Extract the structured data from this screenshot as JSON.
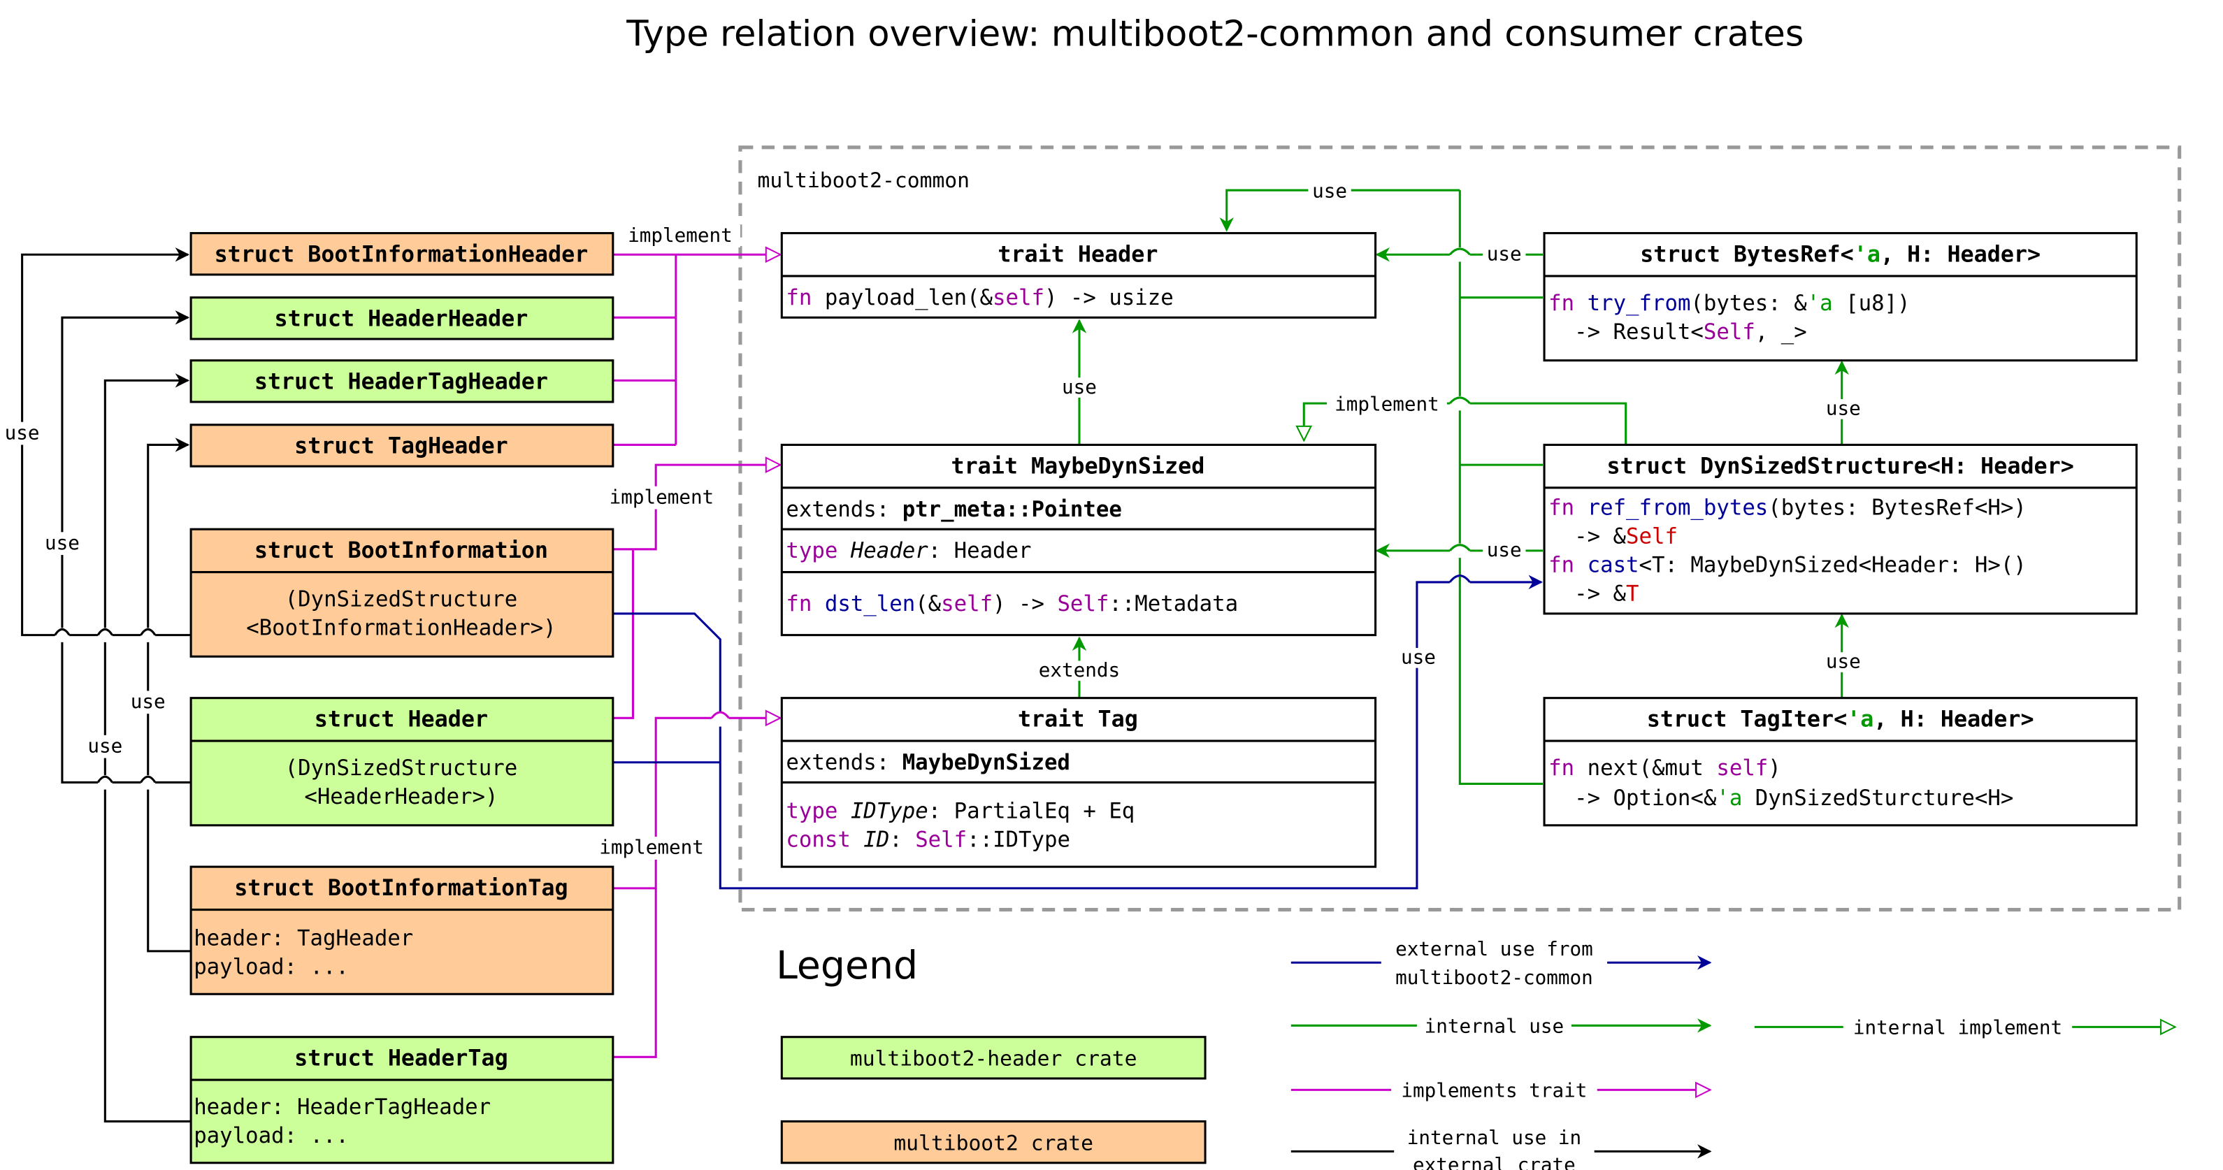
{
  "title": "Type relation overview: multiboot2-common and consumer crates",
  "colors": {
    "green_fill": "#ccff99",
    "orange_fill": "#ffcc99",
    "external_use": "#000099",
    "internal_use": "#009900",
    "implements": "#cc00cc",
    "consumer_use": "#000000",
    "container_border": "#999999",
    "keyword": "#990099",
    "fn_name": "#000099",
    "lifetime": "#009900",
    "self_kw": "#cc0000"
  },
  "container": {
    "label": "multiboot2-common"
  },
  "common_types": {
    "trait_header": {
      "title": "trait Header",
      "fn_kw": "fn",
      "fn_rest_1": " payload_len(&",
      "self_kw": "self",
      "fn_rest_2": ") -> usize"
    },
    "trait_maybe_dyn_sized": {
      "title": "trait MaybeDynSized",
      "extends_label": "extends: ",
      "extends_value": "ptr_meta::Pointee",
      "type_kw": "type",
      "type_name": "Header",
      "type_rest": ": Header",
      "fn_kw": "fn",
      "fn_name": "dst_len",
      "fn_rest_1": "(&",
      "self_kw": "self",
      "fn_rest_2": ") -> ",
      "self_type": "Self",
      "fn_rest_3": "::Metadata"
    },
    "trait_tag": {
      "title": "trait Tag",
      "extends_label": "extends: ",
      "extends_value": "MaybeDynSized",
      "type_kw": "type",
      "type_name": "IDType",
      "type_rest": ": PartialEq + Eq",
      "const_kw": "const",
      "const_name": "ID",
      "const_sep": ": ",
      "self_type": "Self",
      "const_rest": "::IDType"
    },
    "bytes_ref": {
      "title_1": "struct BytesRef<",
      "lifetime": "'a",
      "title_2": ", H: Header>",
      "fn_kw": "fn",
      "fn_name": "try_from",
      "fn_rest_1": "(bytes: &",
      "lifetime2": "'a",
      "fn_rest_2": " [u8])",
      "ret_1": "  -> Result<",
      "self_type": "Self",
      "ret_2": ", _>"
    },
    "dyn_sized_structure": {
      "title": "struct DynSizedStructure<H: Header>",
      "fn1_kw": "fn",
      "fn1_name": "ref_from_bytes",
      "fn1_rest": "(bytes: BytesRef<H>)",
      "fn1_ret_1": "  -> &",
      "fn1_self": "Self",
      "fn2_kw": "fn",
      "fn2_name": "cast",
      "fn2_rest": "<T: MaybeDynSized<Header: H>()",
      "fn2_ret_1": "  -> &",
      "fn2_t": "T"
    },
    "tag_iter": {
      "title_1": "struct TagIter<",
      "lifetime": "'a",
      "title_2": ", H: Header>",
      "fn_kw": "fn",
      "fn_rest_1": " next(&mut ",
      "self_kw": "self",
      "fn_rest_2": ")",
      "ret_1": "  -> Option<&",
      "lifetime2": "'a",
      "ret_2": " DynSizedSturcture<H>"
    }
  },
  "consumer_types": {
    "boot_information_header": {
      "title": "struct BootInformationHeader",
      "crate": "multiboot2"
    },
    "header_header": {
      "title": "struct HeaderHeader",
      "crate": "multiboot2-header"
    },
    "header_tag_header": {
      "title": "struct HeaderTagHeader",
      "crate": "multiboot2-header"
    },
    "tag_header": {
      "title": "struct TagHeader",
      "crate": "multiboot2"
    },
    "boot_information": {
      "title": "struct BootInformation",
      "body_1": "(DynSizedStructure",
      "body_2": "<BootInformationHeader>)",
      "crate": "multiboot2"
    },
    "header": {
      "title": "struct Header",
      "body_1": "(DynSizedStructure",
      "body_2": "<HeaderHeader>)",
      "crate": "multiboot2-header"
    },
    "boot_information_tag": {
      "title": "struct BootInformationTag",
      "body_1": "header: TagHeader",
      "body_2": "payload: ...",
      "crate": "multiboot2"
    },
    "header_tag": {
      "title": "struct HeaderTag",
      "body_1": "header: HeaderTagHeader",
      "body_2": "payload: ...",
      "crate": "multiboot2-header"
    }
  },
  "edge_labels": {
    "implement_top": "implement",
    "implement_mid": "implement",
    "implement_low": "implement",
    "implement_mds": "implement",
    "use_top": "use",
    "use_bytesref": "use",
    "use_mds_header": "use",
    "use_dss_bytesref": "use",
    "use_dss_mds": "use",
    "use_tagiter_dss": "use",
    "extends_tag": "extends",
    "use_external": "use",
    "use_left_1": "use",
    "use_left_2": "use",
    "use_left_3": "use",
    "use_left_4": "use"
  },
  "legend": {
    "title": "Legend",
    "green_crate": "multiboot2-header crate",
    "orange_crate": "multiboot2 crate",
    "external_use_1": "external use from",
    "external_use_2": "multiboot2-common",
    "internal_use": "internal use",
    "internal_implement": "internal implement",
    "implements_trait": "implements trait",
    "consumer_use_1": "internal use in",
    "consumer_use_2": "external crate"
  }
}
